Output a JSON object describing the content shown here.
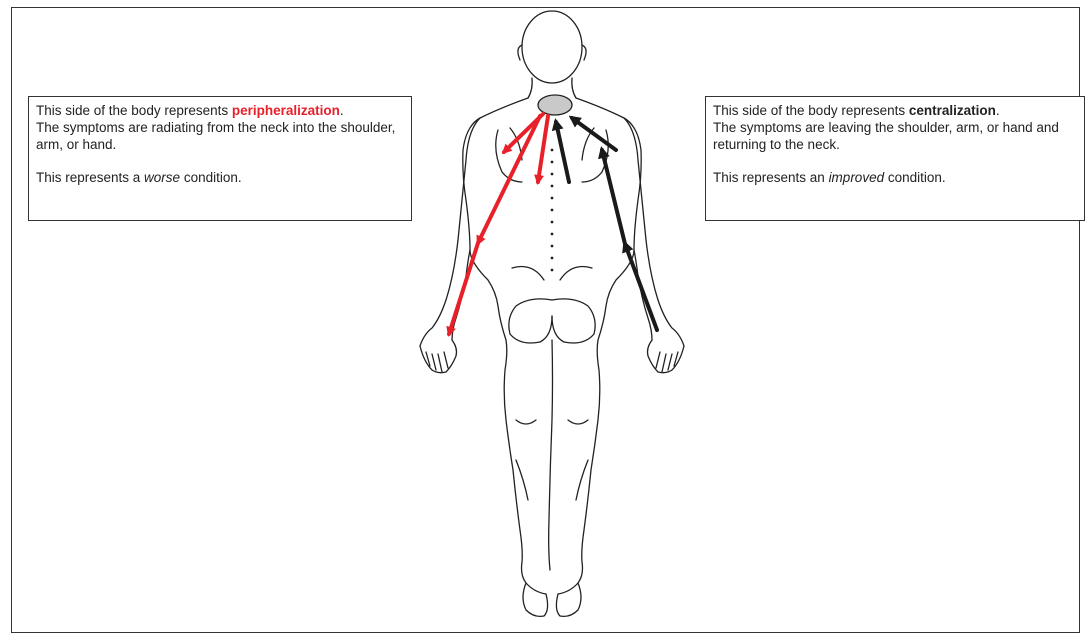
{
  "colors": {
    "peripheral_arrow": "#e8202a",
    "central_arrow": "#1a1a1a",
    "neck_spot": "#c9c9c9",
    "outline": "#222222"
  },
  "left_note": {
    "line1_prefix": "This side of the body represents ",
    "term": "peripheralization",
    "line1_suffix": ".",
    "line2": "The symptoms are radiating from the neck into the shoulder, arm, or hand.",
    "line3_prefix": "This represents a ",
    "line3_emph": "worse",
    "line3_suffix": " condition."
  },
  "right_note": {
    "line1_prefix": "This side of the body represents ",
    "term": "centralization",
    "line1_suffix": ".",
    "line2": "The symptoms are leaving the shoulder, arm, or hand and returning to the neck.",
    "line3_prefix": "This represents an ",
    "line3_emph": "improved",
    "line3_suffix": " condition."
  },
  "icons": {
    "body": "human-body-back-view-icon",
    "neck": "neck-pain-spot-icon",
    "arrow_red": "red-arrow-icon",
    "arrow_black": "black-arrow-icon"
  }
}
